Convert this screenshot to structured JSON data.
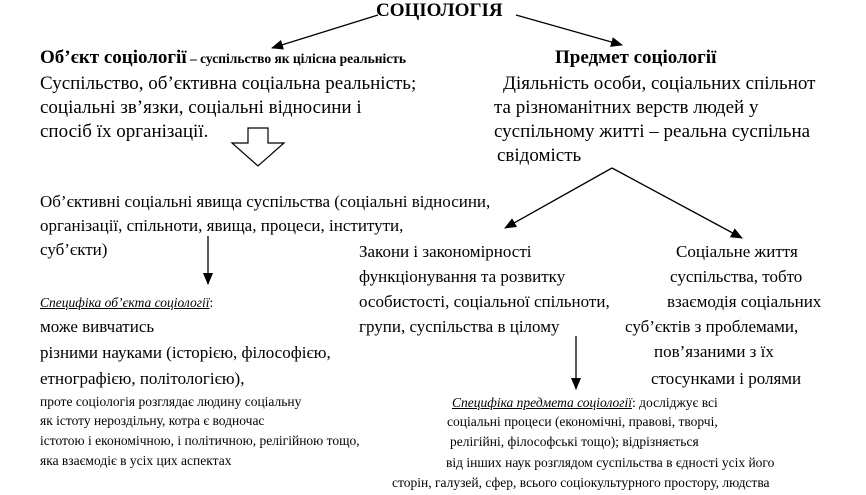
{
  "title": "СОЦІОЛОГІЯ",
  "object": {
    "heading": "Об’єкт соціології",
    "heading_suffix": " – суспільство як цілісна реальність",
    "lines": [
      "Суспільство, об’єктивна соціальна реальність;",
      "соціальні зв’язки, соціальні відносини і",
      "спосіб їх організації."
    ]
  },
  "subject": {
    "heading": "Предмет соціології",
    "lines": [
      "Діяльність особи, соціальних спільнот",
      "та різноманітних верств людей у",
      "суспільному житті – реальна суспільна",
      "свідомість"
    ]
  },
  "phenomena": {
    "lines": [
      "Об’єктивні соціальні явища суспільства (соціальні відносини,",
      "організації, спільноти, явища, процеси, інститути,",
      "суб’єкти)"
    ]
  },
  "laws": {
    "lines": [
      "Закони і закономірності",
      "функціонування та розвитку",
      "особистості,  соціальної спільноти,",
      "групи,  суспільства в    цілому"
    ]
  },
  "social_life": {
    "lines": [
      "Соціальне життя",
      "суспільства, тобто",
      "взаємодія соціальних",
      "суб’єктів з проблемами,",
      "пов’язаними з їх",
      "стосунками і ролями"
    ]
  },
  "object_specifics": {
    "heading": "Специфіка об’єкта соціології",
    "heading_suffix": ":",
    "lines_large": [
      "може вивчатись",
      "різними науками (історією, філософією,",
      " етнографією, політологією),"
    ],
    "lines_small": [
      "проте соціологія розглядає людину соціальну",
      " як істоту нероздільну, котра є водночас",
      "істотою і економічною, і політичною, релігійною тощо,",
      "яка взаємодіє в усіх цих аспектах"
    ]
  },
  "subject_specifics": {
    "heading": "Специфіка предмета соціології",
    "heading_suffix": ": досліджує всі",
    "lines": [
      "соціальні процеси (економічні, правові, творчі,",
      "релігійні, філософські тощо); відрізняється",
      "від інших наук розглядом суспільства в єдності усіх його",
      "сторін, галузей, сфер, всього соціокультурного простору, людства"
    ]
  }
}
